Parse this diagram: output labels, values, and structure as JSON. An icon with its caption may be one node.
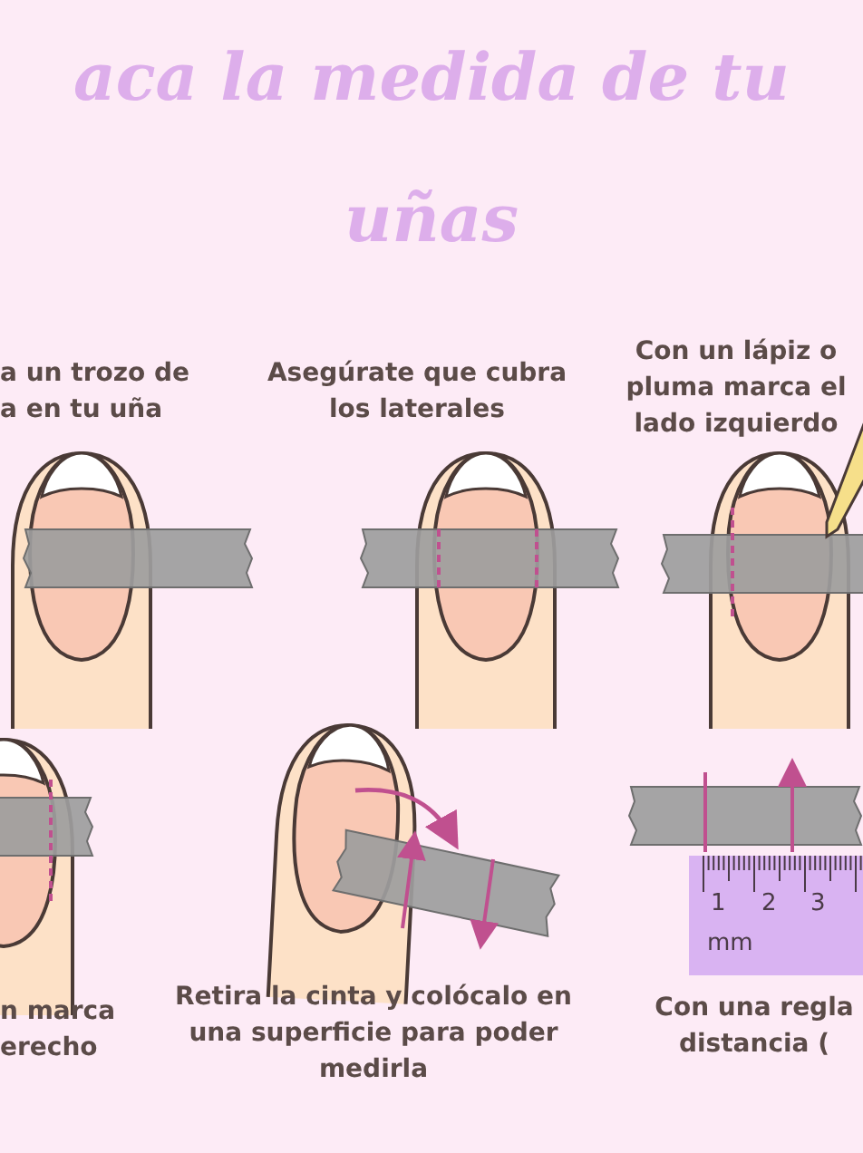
{
  "diagram": {
    "title": "aca la medida de tu uñas",
    "labels": [
      "a un trozo de a en tu uña",
      "Asegúrate que cubra los laterales",
      "Con un lápiz o pluma marca el lado izquierdo",
      "n marca erecho",
      "Retira la cinta y colócalo en una superficie para poder medirla",
      "Con una regla distancia (",
      "1",
      "2",
      "3",
      "mm"
    ]
  }
}
